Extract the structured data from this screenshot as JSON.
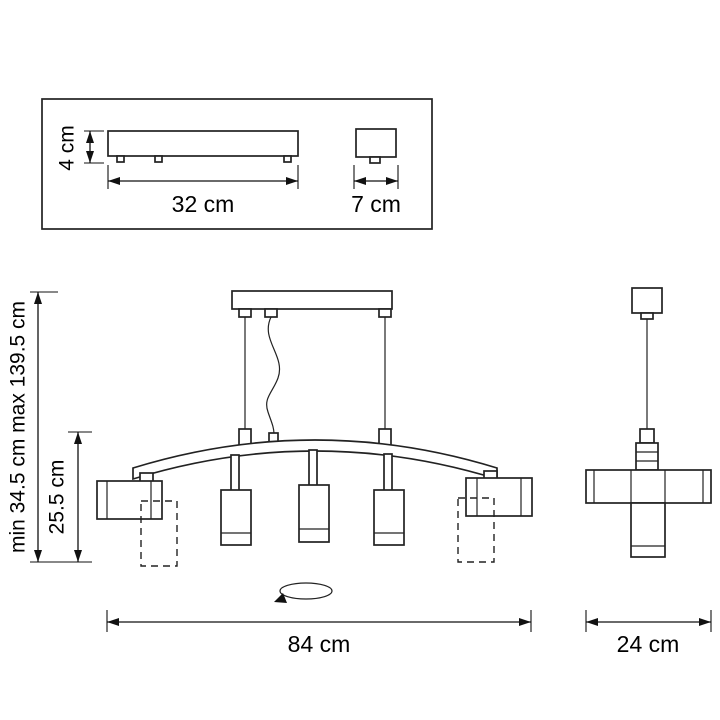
{
  "diagram": {
    "top_view": {
      "plate_height": "4 cm",
      "plate_width": "32 cm",
      "canopy_width": "7 cm"
    },
    "front_view": {
      "suspension_range": "min 34.5 cm max 139.5 cm",
      "fixture_height": "25.5 cm",
      "fixture_width": "84 cm"
    },
    "side_view": {
      "fixture_depth": "24 cm"
    }
  }
}
